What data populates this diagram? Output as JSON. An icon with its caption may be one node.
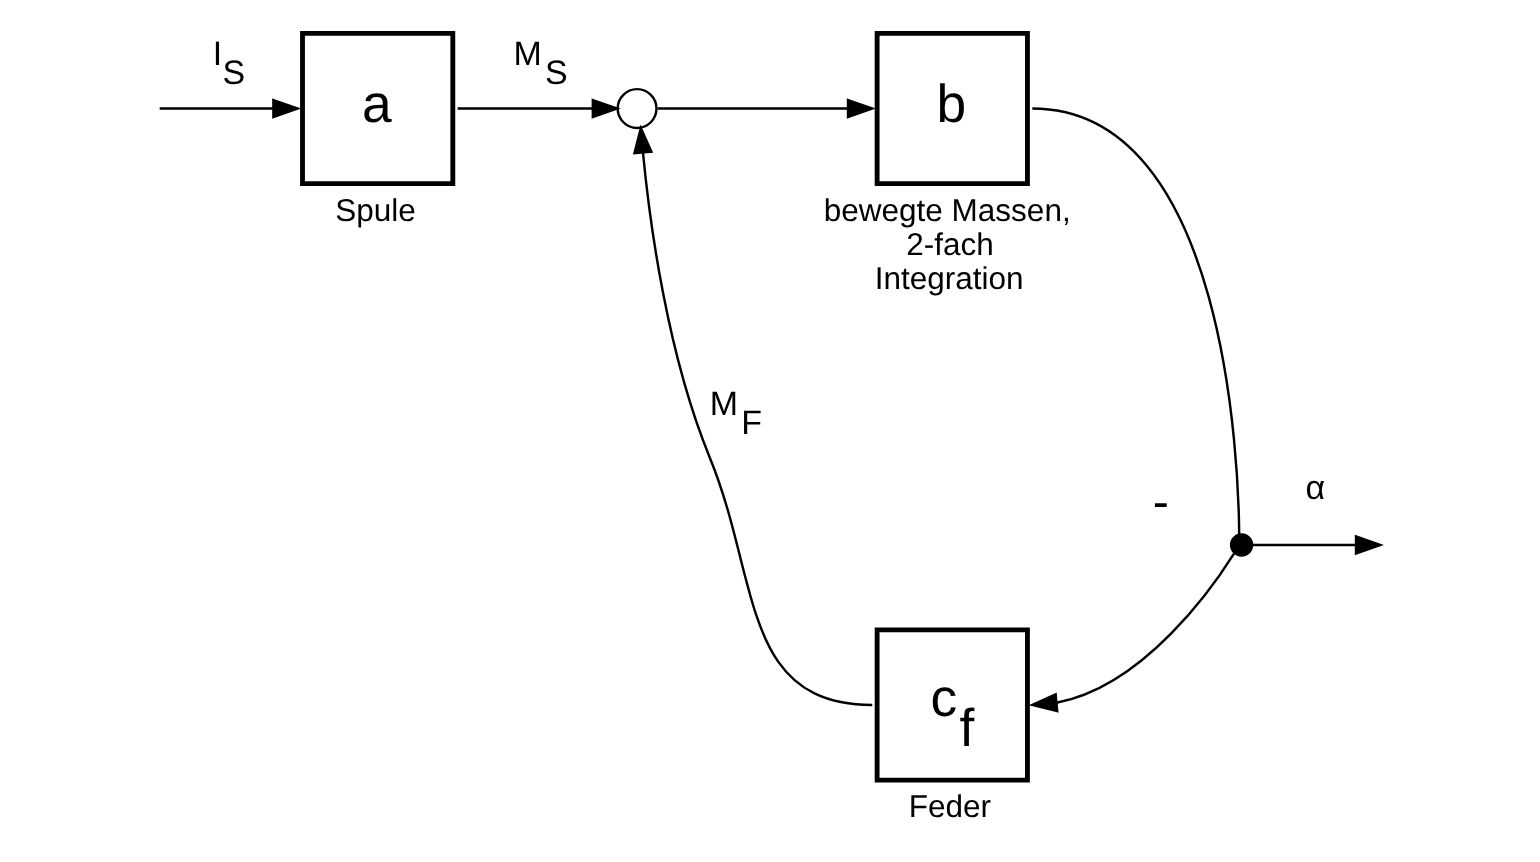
{
  "diagram": {
    "nodes": [
      {
        "text": [
          "a"
        ],
        "beside": [
          "Spule"
        ]
      },
      {
        "text": [],
        "shape": "circle"
      },
      {
        "text": [
          "b"
        ],
        "beside": [
          "bewegte Massen, 2-fach Integration"
        ]
      },
      {
        "text": [],
        "shape": "dot"
      },
      {
        "text": [
          "c$_{f}$"
        ],
        "beside": [
          "Feder"
        ]
      }
    ],
    "edges": [
      {
        "from": null,
        "to": 0,
        "arrow": "to",
        "label": "I$_{S}$"
      },
      {
        "from": 0,
        "to": 1,
        "arrow": "to",
        "label": "M$_{S}$"
      },
      {
        "from": 1,
        "to": 2,
        "arrow": "to"
      },
      {
        "from": 2,
        "to": 3,
        "arrow": "none"
      },
      {
        "from": 3,
        "to": null,
        "arrow": "to",
        "label": "α"
      },
      {
        "from": 3,
        "to": 4,
        "arrow": "to"
      },
      {
        "from": 4,
        "to": 1,
        "arrow": "to",
        "label": "M$_{F}$"
      }
    ],
    "labels": [
      "-"
    ]
  }
}
